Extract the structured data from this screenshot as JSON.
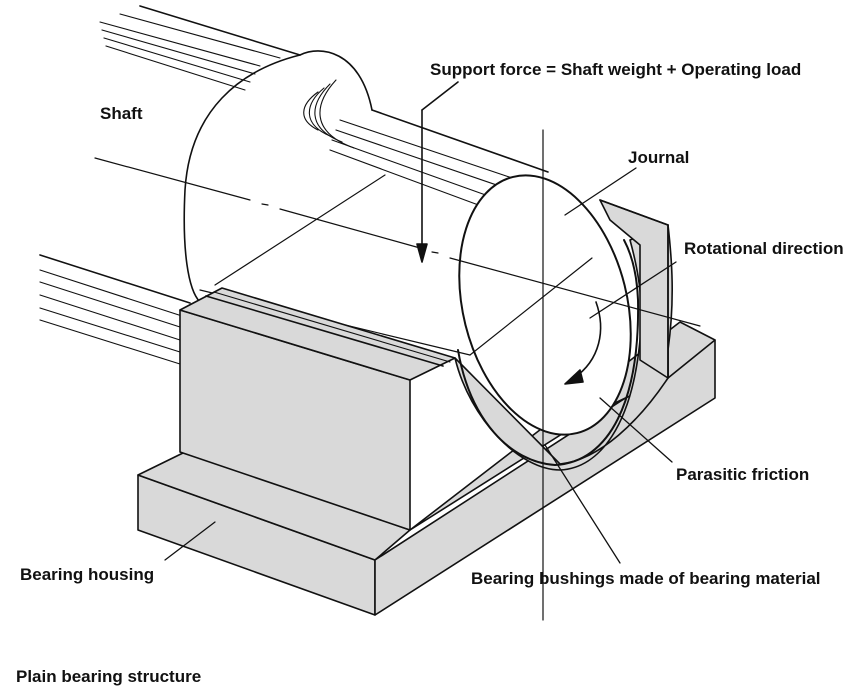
{
  "labels": {
    "shaft": "Shaft",
    "support_force": "Support force = Shaft weight + Operating load",
    "journal": "Journal",
    "rotational_direction": "Rotational direction",
    "parasitic_friction": "Parasitic friction",
    "bearing_bushings": "Bearing bushings made of bearing material",
    "bearing_housing": "Bearing housing"
  },
  "caption": "Plain bearing structure",
  "colors": {
    "line": "#111111",
    "housing_fill": "#d9d9d9",
    "background": "#ffffff"
  }
}
